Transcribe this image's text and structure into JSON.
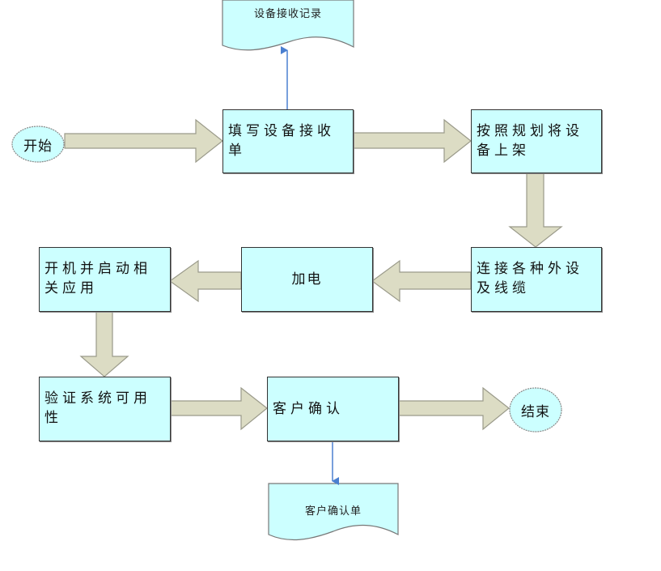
{
  "diagram": {
    "type": "flowchart",
    "colors": {
      "box_fill": "#ccffff",
      "box_border": "#333333",
      "arrow_fill": "#dcdcc4",
      "arrow_stroke": "#9a9a8a",
      "connector": "#4a7fd0"
    },
    "nodes": {
      "start": {
        "label": "开始",
        "shape": "oval"
      },
      "fill_form": {
        "label": "填写设备接收单",
        "shape": "process"
      },
      "receipt_record": {
        "label": "设备接收记录",
        "shape": "document"
      },
      "rack": {
        "label": "按照规划将设备上架",
        "shape": "process"
      },
      "connect": {
        "label": "连接各种外设及线缆",
        "shape": "process"
      },
      "power": {
        "label": "加电",
        "shape": "process"
      },
      "boot": {
        "label": "开机并启动相关应用",
        "shape": "process"
      },
      "verify": {
        "label": "验证系统可用性",
        "shape": "process"
      },
      "confirm": {
        "label": "客户确认",
        "shape": "process"
      },
      "confirm_doc": {
        "label": "客户确认单",
        "shape": "document"
      },
      "end": {
        "label": "结束",
        "shape": "oval"
      }
    },
    "edges": [
      {
        "from": "start",
        "to": "fill_form",
        "style": "block-arrow"
      },
      {
        "from": "fill_form",
        "to": "receipt_record",
        "style": "line-arrow"
      },
      {
        "from": "fill_form",
        "to": "rack",
        "style": "block-arrow"
      },
      {
        "from": "rack",
        "to": "connect",
        "style": "block-arrow"
      },
      {
        "from": "connect",
        "to": "power",
        "style": "block-arrow"
      },
      {
        "from": "power",
        "to": "boot",
        "style": "block-arrow"
      },
      {
        "from": "boot",
        "to": "verify",
        "style": "block-arrow"
      },
      {
        "from": "verify",
        "to": "confirm",
        "style": "block-arrow"
      },
      {
        "from": "confirm",
        "to": "end",
        "style": "block-arrow"
      },
      {
        "from": "confirm",
        "to": "confirm_doc",
        "style": "line-arrow"
      }
    ]
  }
}
